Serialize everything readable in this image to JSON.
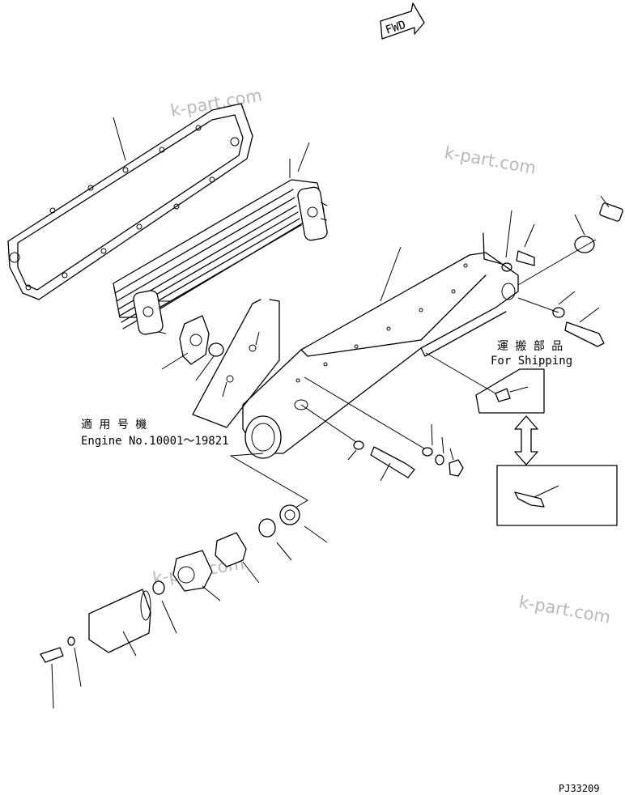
{
  "fwd_label": "FWD",
  "watermark": "k-part.com",
  "applicable_note": {
    "jp": "適 用 号 機",
    "en": "Engine No.10001～19821"
  },
  "shipping_note": {
    "jp": "運 搬 部 品",
    "en": "For Shipping"
  },
  "drawing_id": "PJ33209"
}
